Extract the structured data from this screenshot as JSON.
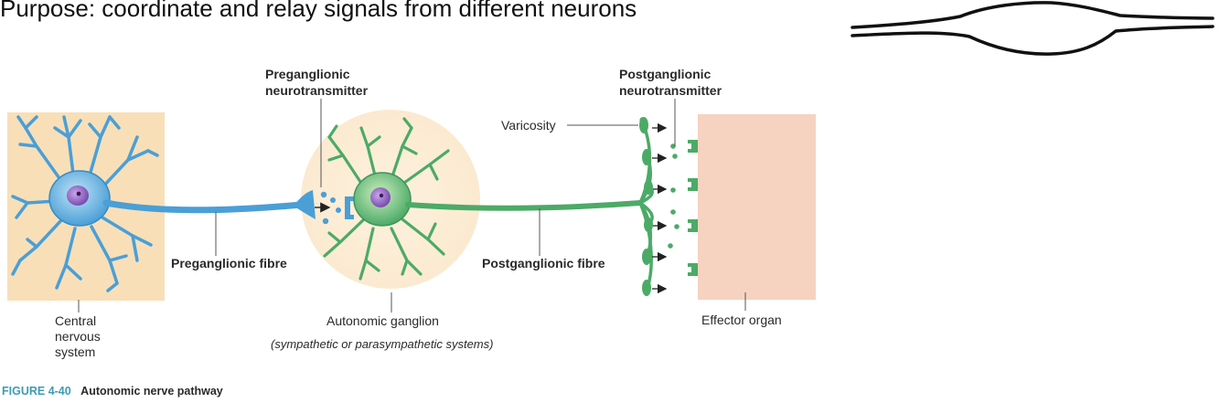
{
  "heading": "Purpose: coordinate and relay signals from different neurons",
  "labels": {
    "preganglionic_neurotransmitter": [
      "Preganglionic",
      "neurotransmitter"
    ],
    "postganglionic_neurotransmitter": [
      "Postganglionic",
      "neurotransmitter"
    ],
    "varicosity": "Varicosity",
    "preganglionic_fibre": "Preganglionic fibre",
    "postganglionic_fibre": "Postganglionic fibre",
    "central_nervous_system": [
      "Central",
      "nervous",
      "system"
    ],
    "autonomic_ganglion": "Autonomic ganglion",
    "ganglion_note": "(sympathetic or parasympathetic systems)",
    "effector_organ": "Effector organ"
  },
  "caption": {
    "number": "FIGURE 4-40",
    "title": "Autonomic nerve pathway"
  },
  "colors": {
    "cns_region": "#f8dfb8",
    "ganglion_region": "#fcefd8",
    "effector_organ": "#f6d2c0",
    "preganglionic_neuron": "#4a9fd6",
    "preganglionic_soma": "#7cc0ea",
    "postganglionic_neuron": "#4caa67",
    "postganglionic_soma": "#8fd08e",
    "nucleus": "#9a6cc8",
    "caption_accent": "#3f9bb3"
  }
}
